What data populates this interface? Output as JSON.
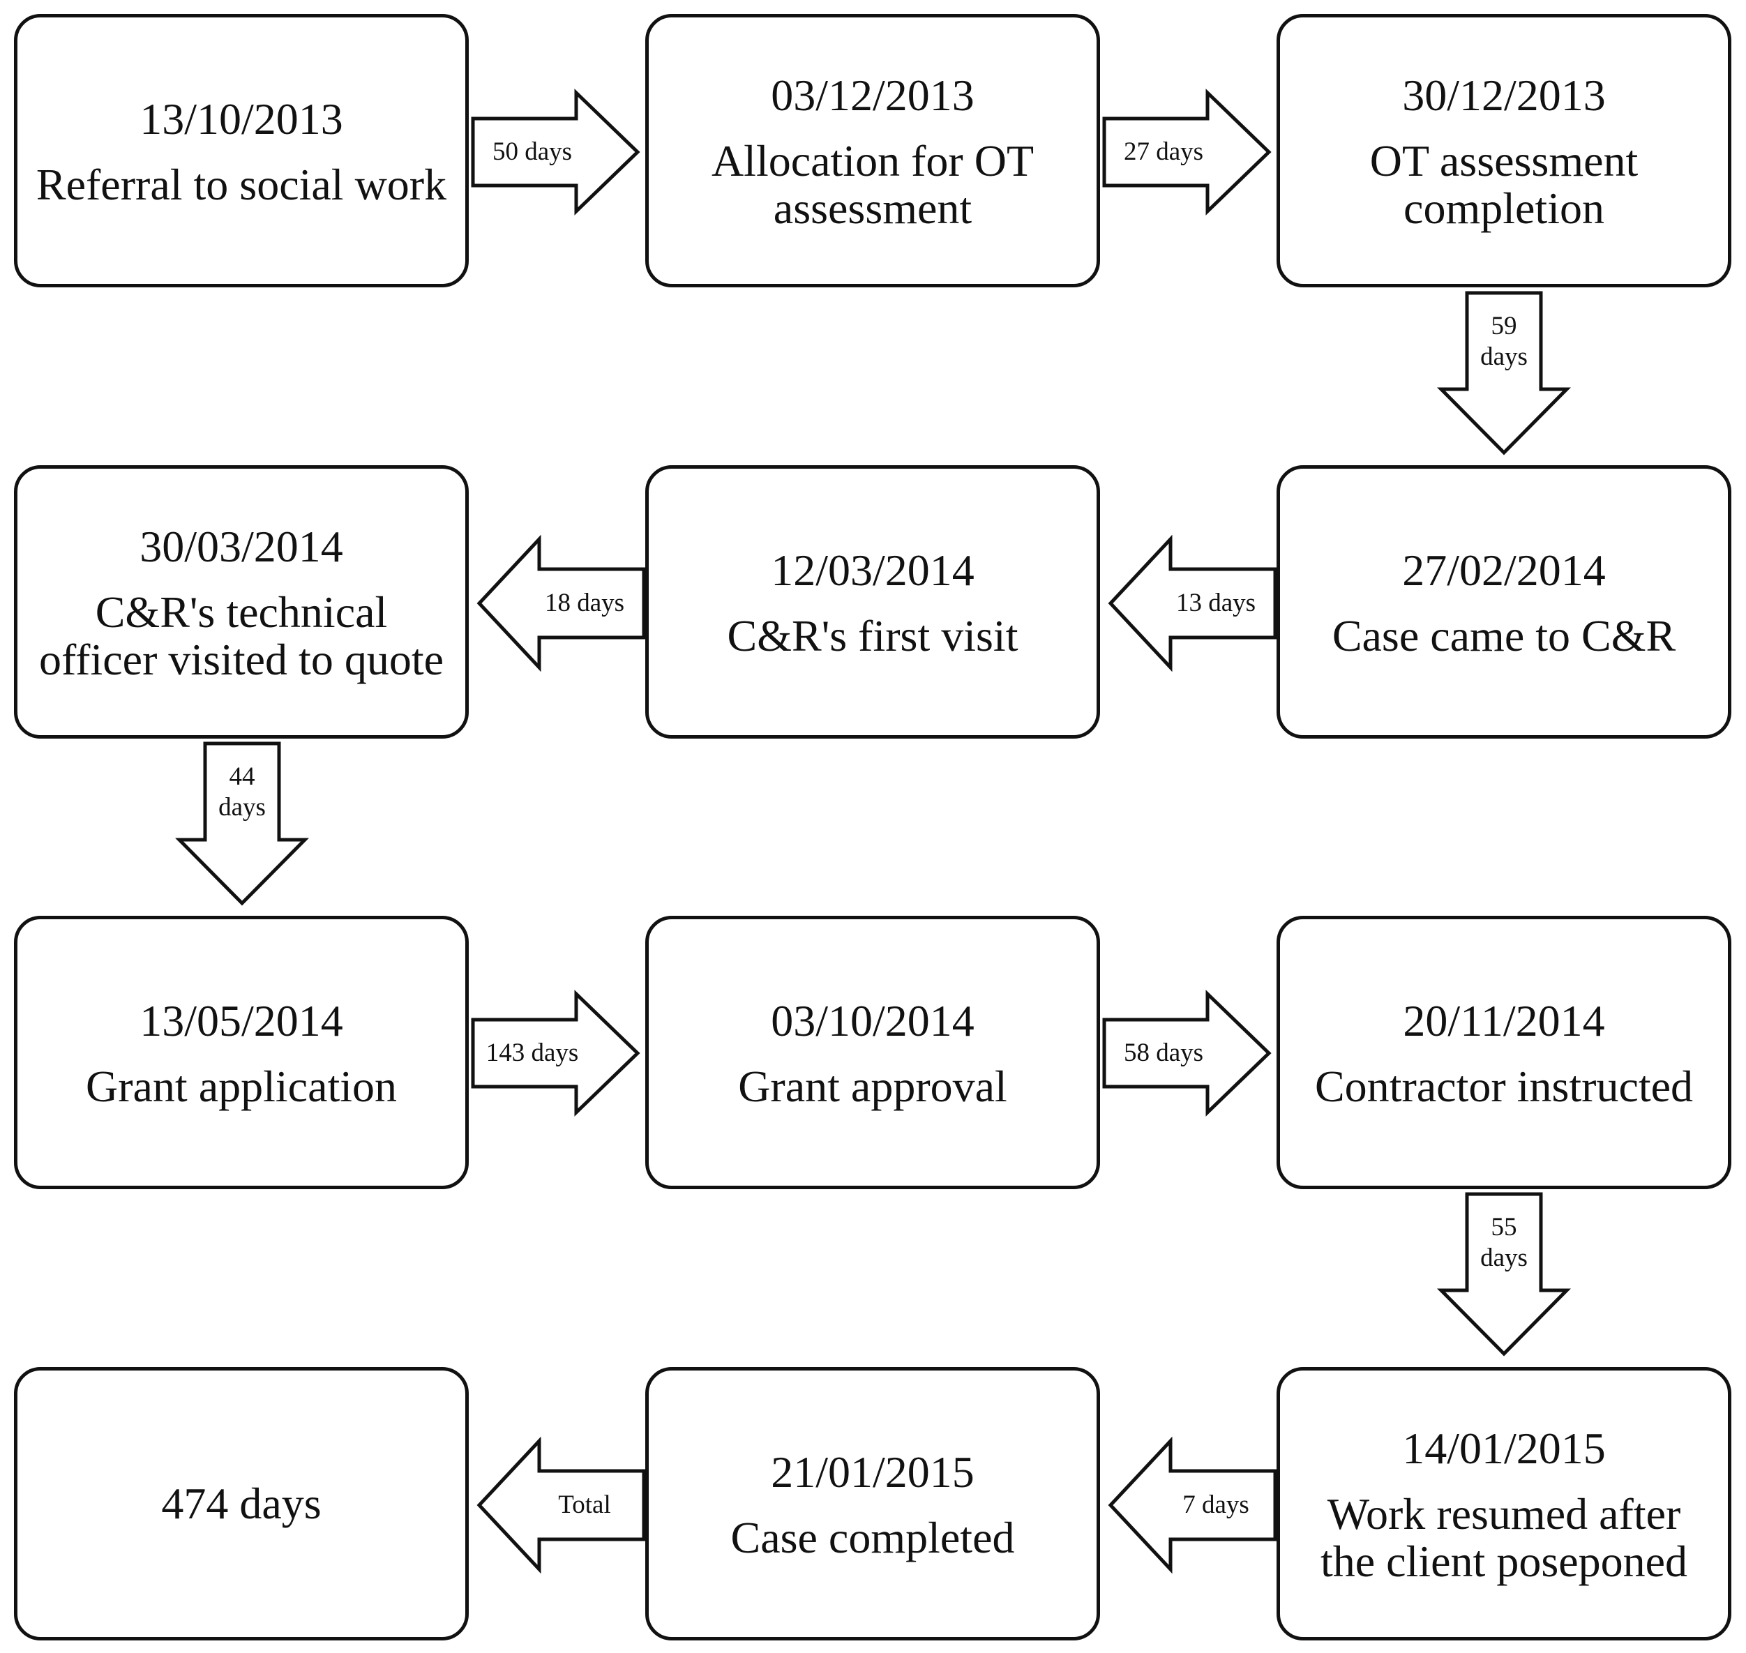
{
  "nodes": [
    {
      "id": "n1",
      "date": "13/10/2013",
      "label": "Referral to social work"
    },
    {
      "id": "n2",
      "date": "03/12/2013",
      "label": "Allocation for OT assessment"
    },
    {
      "id": "n3",
      "date": "30/12/2013",
      "label": "OT assessment completion"
    },
    {
      "id": "n4",
      "date": "27/02/2014",
      "label": "Case came to C&R"
    },
    {
      "id": "n5",
      "date": "12/03/2014",
      "label": "C&R's first visit"
    },
    {
      "id": "n6",
      "date": "30/03/2014",
      "label": "C&R's technical officer visited to quote"
    },
    {
      "id": "n7",
      "date": "13/05/2014",
      "label": "Grant application"
    },
    {
      "id": "n8",
      "date": "03/10/2014",
      "label": "Grant approval"
    },
    {
      "id": "n9",
      "date": "20/11/2014",
      "label": "Contractor instructed"
    },
    {
      "id": "n10",
      "date": "14/01/2015",
      "label": "Work resumed after the client poseponed"
    },
    {
      "id": "n11",
      "date": "21/01/2015",
      "label": "Case completed"
    },
    {
      "id": "n12",
      "total": "474 days"
    }
  ],
  "edges": [
    {
      "from": "n1",
      "to": "n2",
      "direction": "right",
      "label": "50 days"
    },
    {
      "from": "n2",
      "to": "n3",
      "direction": "right",
      "label": "27 days"
    },
    {
      "from": "n3",
      "to": "n4",
      "direction": "down",
      "label": "59 days"
    },
    {
      "from": "n4",
      "to": "n5",
      "direction": "left",
      "label": "13 days"
    },
    {
      "from": "n5",
      "to": "n6",
      "direction": "left",
      "label": "18 days"
    },
    {
      "from": "n6",
      "to": "n7",
      "direction": "down",
      "label": "44 days"
    },
    {
      "from": "n7",
      "to": "n8",
      "direction": "right",
      "label": "143 days"
    },
    {
      "from": "n8",
      "to": "n9",
      "direction": "right",
      "label": "58 days"
    },
    {
      "from": "n9",
      "to": "n10",
      "direction": "down",
      "label": "55 days"
    },
    {
      "from": "n10",
      "to": "n11",
      "direction": "left",
      "label": "7 days"
    },
    {
      "from": "n11",
      "to": "n12",
      "direction": "left",
      "label": "Total"
    }
  ],
  "colors": {
    "stroke": "#111111",
    "fill": "#ffffff"
  }
}
